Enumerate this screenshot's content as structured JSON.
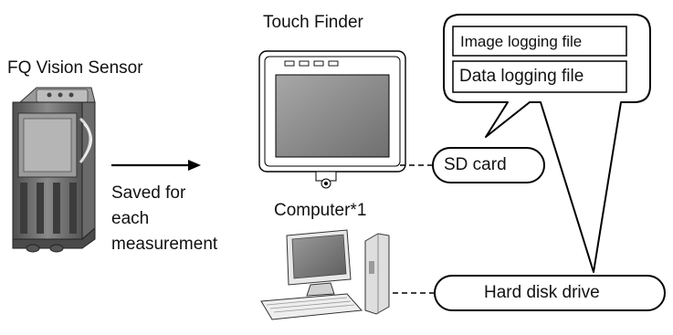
{
  "devices": {
    "sensor": {
      "label": "FQ Vision Sensor",
      "icon": "vision-sensor-icon"
    },
    "touch_finder": {
      "label": "Touch Finder",
      "icon": "touch-finder-icon"
    },
    "computer": {
      "label": "Computer*1",
      "icon": "desktop-computer-icon"
    }
  },
  "flow": {
    "line1": "Saved for",
    "line2": "each",
    "line3": "measurement"
  },
  "storage": {
    "sd_card": "SD card",
    "hard_disk": "Hard disk drive"
  },
  "callout": {
    "files": [
      "Image logging file",
      "Data logging file"
    ]
  },
  "colors": {
    "stroke": "#000000",
    "sensor_body": "#7a7a7a",
    "screen": "#8c8c8c",
    "computer": "#bdbdbd"
  }
}
